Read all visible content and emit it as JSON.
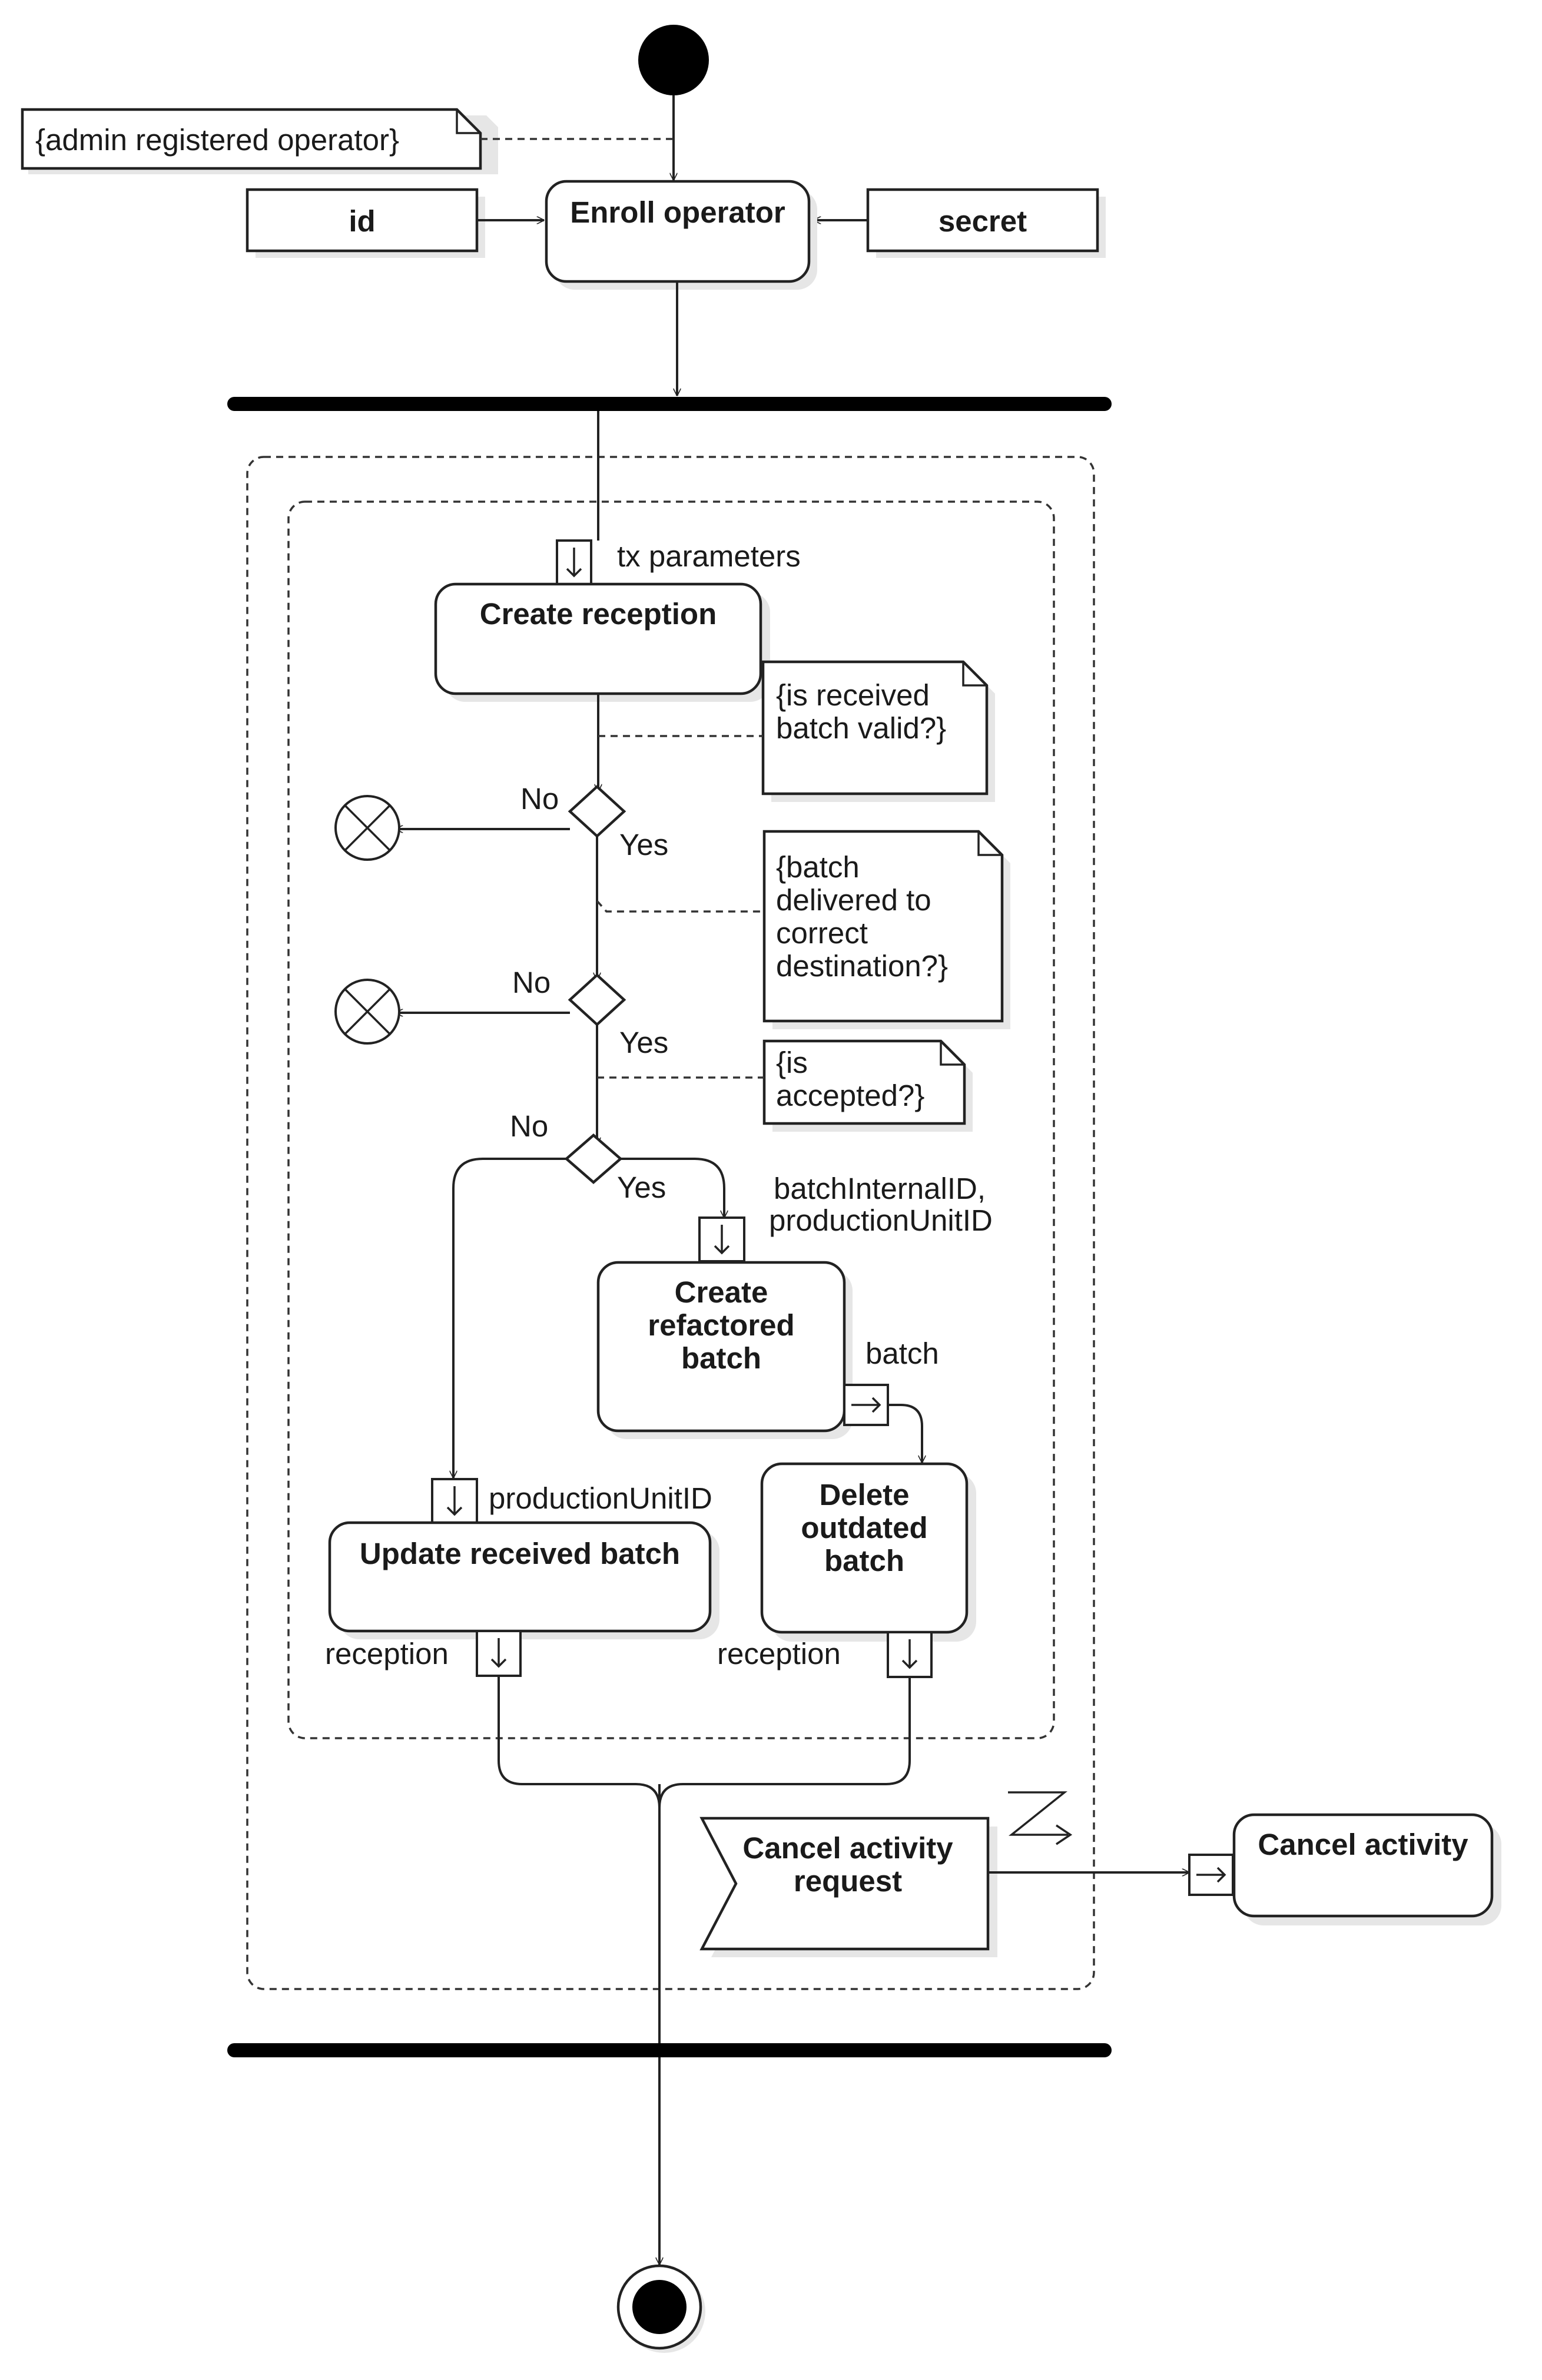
{
  "notes": {
    "admin": "{admin registered operator}",
    "valid": [
      "{is received",
      "batch valid?}"
    ],
    "destination": [
      "{batch",
      "delivered to",
      "correct",
      "destination?}"
    ],
    "accepted": [
      "{is",
      "accepted?}"
    ]
  },
  "objects": {
    "id": "id",
    "secret": "secret"
  },
  "actions": {
    "enroll": "Enroll operator",
    "create_reception": "Create reception",
    "create_refactored": [
      "Create",
      "refactored",
      "batch"
    ],
    "delete_outdated": [
      "Delete",
      "outdated",
      "batch"
    ],
    "update_received": "Update received batch",
    "cancel_request": [
      "Cancel activity",
      "request"
    ],
    "cancel_activity": "Cancel activity"
  },
  "pins": {
    "tx_parameters": "tx parameters",
    "batch_ids": [
      "batchInternalID,",
      "productionUnitID"
    ],
    "batch": "batch",
    "production_unit_id": "productionUnitID",
    "reception_left": "reception",
    "reception_right": "reception"
  },
  "guards": {
    "no_1": "No",
    "yes_1": "Yes",
    "no_2": "No",
    "yes_2": "Yes",
    "no_3": "No",
    "yes_3": "Yes"
  }
}
